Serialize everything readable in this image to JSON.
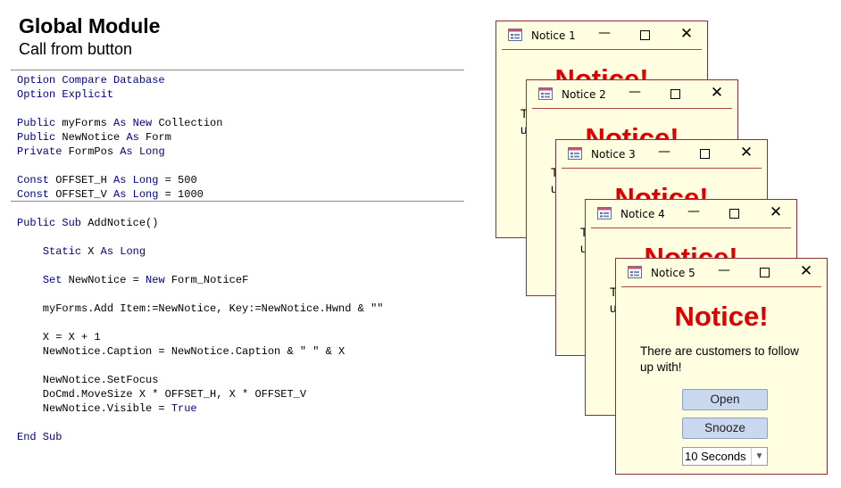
{
  "slide": {
    "title": "Global Module",
    "subtitle": "Call from button"
  },
  "code": {
    "lines": [
      [
        {
          "t": "Option Compare Database",
          "k": true
        }
      ],
      [
        {
          "t": "Option Explicit",
          "k": true
        }
      ],
      [],
      [
        {
          "t": "Public",
          "k": true
        },
        {
          "t": " myForms "
        },
        {
          "t": "As New",
          "k": true
        },
        {
          "t": " Collection"
        }
      ],
      [
        {
          "t": "Public",
          "k": true
        },
        {
          "t": " NewNotice "
        },
        {
          "t": "As",
          "k": true
        },
        {
          "t": " Form"
        }
      ],
      [
        {
          "t": "Private",
          "k": true
        },
        {
          "t": " FormPos "
        },
        {
          "t": "As Long",
          "k": true
        }
      ],
      [],
      [
        {
          "t": "Const",
          "k": true
        },
        {
          "t": " OFFSET_H "
        },
        {
          "t": "As Long",
          "k": true
        },
        {
          "t": " = 500"
        }
      ],
      [
        {
          "t": "Const",
          "k": true
        },
        {
          "t": " OFFSET_V "
        },
        {
          "t": "As Long",
          "k": true
        },
        {
          "t": " = 1000"
        }
      ],
      [],
      [
        {
          "t": "Public Sub",
          "k": true
        },
        {
          "t": " AddNotice()"
        }
      ],
      [],
      [
        {
          "t": "    "
        },
        {
          "t": "Static",
          "k": true
        },
        {
          "t": " X "
        },
        {
          "t": "As Long",
          "k": true
        }
      ],
      [],
      [
        {
          "t": "    "
        },
        {
          "t": "Set",
          "k": true
        },
        {
          "t": " NewNotice = "
        },
        {
          "t": "New",
          "k": true
        },
        {
          "t": " Form_NoticeF"
        }
      ],
      [],
      [
        {
          "t": "    myForms.Add Item:=NewNotice, Key:=NewNotice.Hwnd & \"\""
        }
      ],
      [],
      [
        {
          "t": "    X = X + 1"
        }
      ],
      [
        {
          "t": "    NewNotice.Caption = NewNotice.Caption & \" \" & X"
        }
      ],
      [],
      [
        {
          "t": "    NewNotice.SetFocus"
        }
      ],
      [
        {
          "t": "    DoCmd.MoveSize X * OFFSET_H, X * OFFSET_V"
        }
      ],
      [
        {
          "t": "    NewNotice.Visible = "
        },
        {
          "t": "True",
          "k": true
        }
      ],
      [],
      [
        {
          "t": "End Sub",
          "k": true
        }
      ]
    ]
  },
  "notice_windows": [
    {
      "caption": "Notice 1"
    },
    {
      "caption": "Notice 2"
    },
    {
      "caption": "Notice 3"
    },
    {
      "caption": "Notice 4"
    },
    {
      "caption": "Notice 5"
    }
  ],
  "notice": {
    "heading": "Notice!",
    "message": "There are customers to follow up with!",
    "open_label": "Open",
    "snooze_label": "Snooze",
    "snooze_duration": "10 Seconds",
    "minimize_glyph": "—",
    "close_glyph": "✕",
    "dropdown_glyph": "▼"
  },
  "colors": {
    "keyword": "#00008b",
    "notice_heading": "#dd0000",
    "form_background": "#fffee0",
    "window_border": "#8b2d3c",
    "button_fill": "#c9d8ee"
  },
  "icons": {
    "title_icon": "form-icon",
    "minimize": "minimize-icon",
    "maximize": "maximize-icon",
    "close": "close-icon",
    "dropdown": "chevron-down-icon"
  }
}
